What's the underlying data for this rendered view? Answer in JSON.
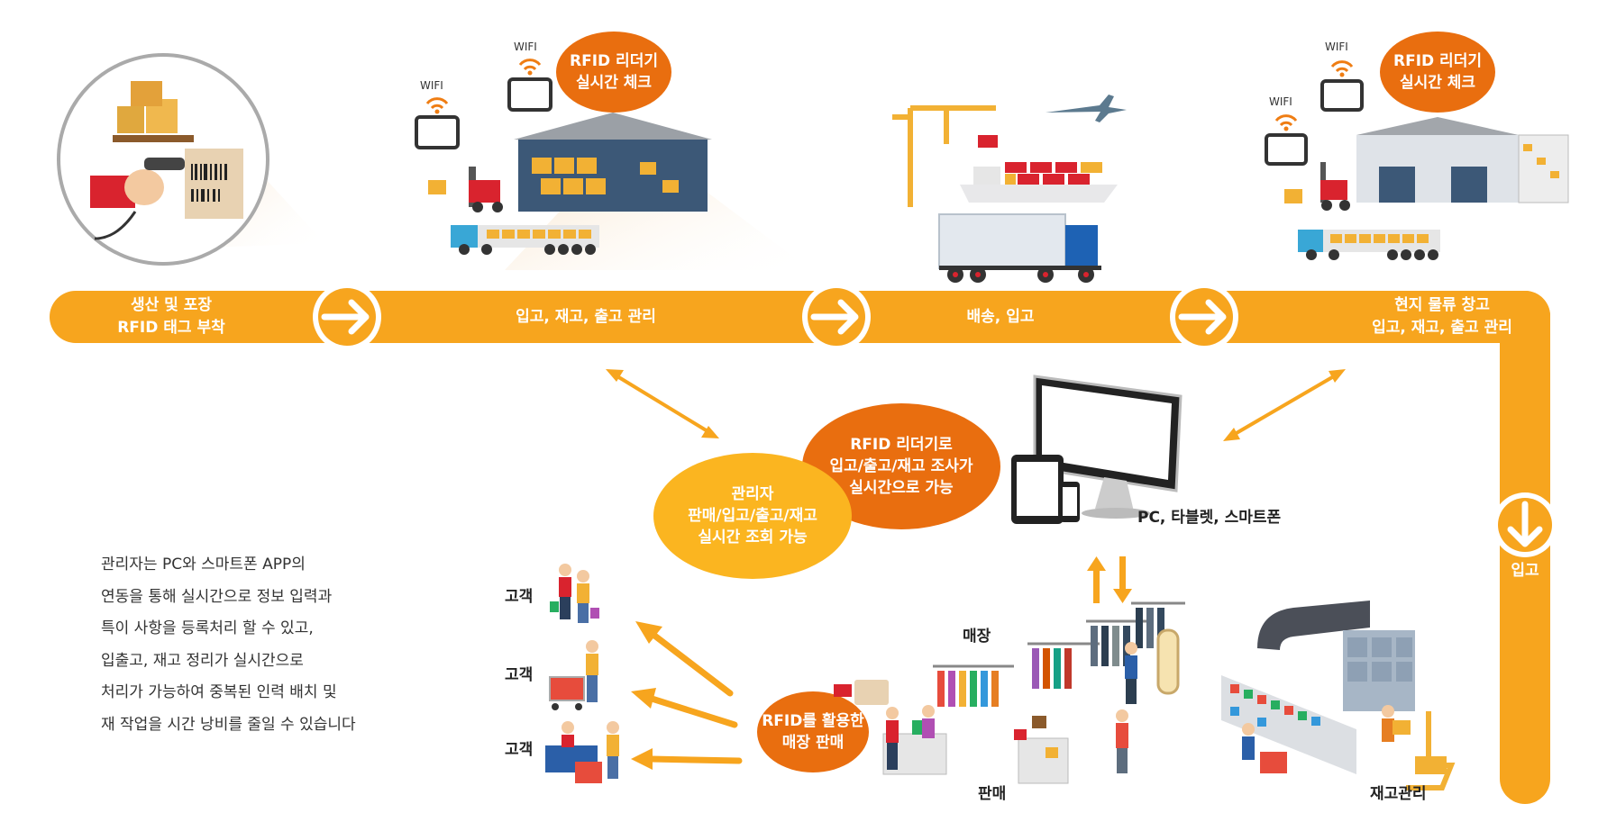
{
  "flow": {
    "stage1": [
      "생산 및 포장",
      "RFID 태그 부착"
    ],
    "stage2": "입고, 재고, 출고 관리",
    "stage3": "배송, 입고",
    "stage4": [
      "현지 물류 창고",
      "입고, 재고, 출고 관리"
    ],
    "down": "입고"
  },
  "wifi": "WIFI",
  "bubbles": {
    "reader_left": [
      "RFID 리더기",
      "실시간 체크"
    ],
    "reader_right": [
      "RFID 리더기",
      "실시간 체크"
    ],
    "reader_center": [
      "RFID 리더기로",
      "입고/출고/재고 조사가",
      "실시간으로 가능"
    ],
    "manager": [
      "관리자",
      "판매/입고/출고/재고",
      "실시간 조회 가능"
    ],
    "store_sale": [
      "RFID를 활용한",
      "매장 판매"
    ]
  },
  "labels": {
    "devices": "PC, 타블렛, 스마트폰",
    "store": "매장",
    "sale": "판매",
    "inventory": "재고관리",
    "customer": "고객"
  },
  "description": [
    "관리자는 PC와 스마트폰 APP의",
    "연동을 통해 실시간으로 정보 입력과",
    "특이 사항을 등록처리 할 수 있고,",
    "입출고, 재고 정리가 실시간으로",
    "처리가 가능하여 중복된 인력 배치 및",
    "재 작업을 시간 낭비를 줄일 수 있습니다"
  ],
  "colors": {
    "orange": "#f7a51e",
    "dark_orange": "#e87a10",
    "bubble": "#e96e0f",
    "yellow": "#fbb520"
  }
}
